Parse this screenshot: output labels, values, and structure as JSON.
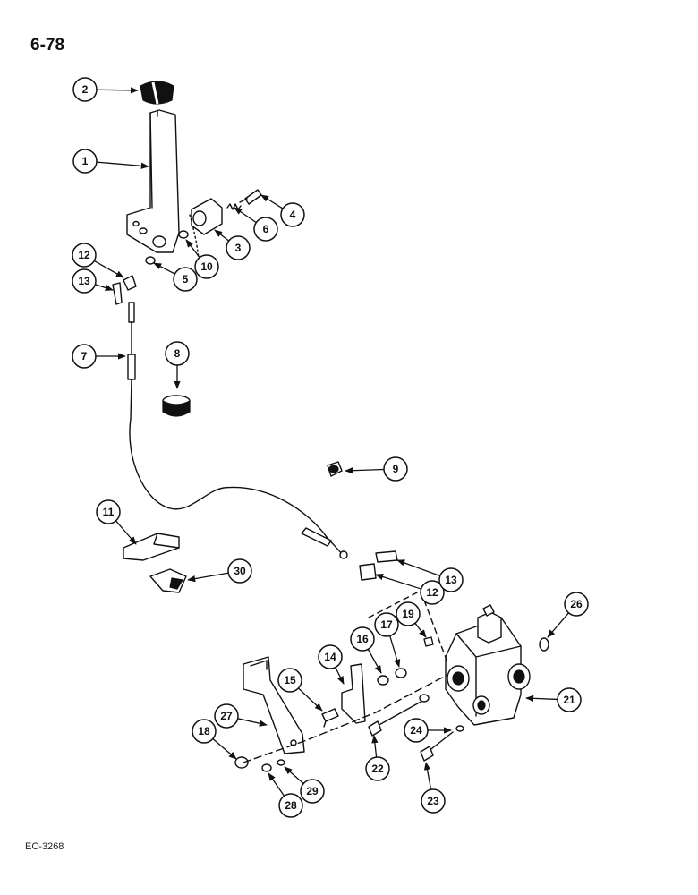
{
  "page_number": "6-78",
  "figure_code": "EC-3268",
  "callouts": [
    "1",
    "2",
    "3",
    "4",
    "5",
    "6",
    "7",
    "8",
    "9",
    "10",
    "11",
    "12",
    "13",
    "14",
    "15",
    "16",
    "17",
    "18",
    "19",
    "21",
    "22",
    "23",
    "24",
    "26",
    "27",
    "28",
    "29",
    "30",
    "12",
    "13"
  ],
  "colors": {
    "ink": "#111111",
    "paper": "#ffffff"
  }
}
